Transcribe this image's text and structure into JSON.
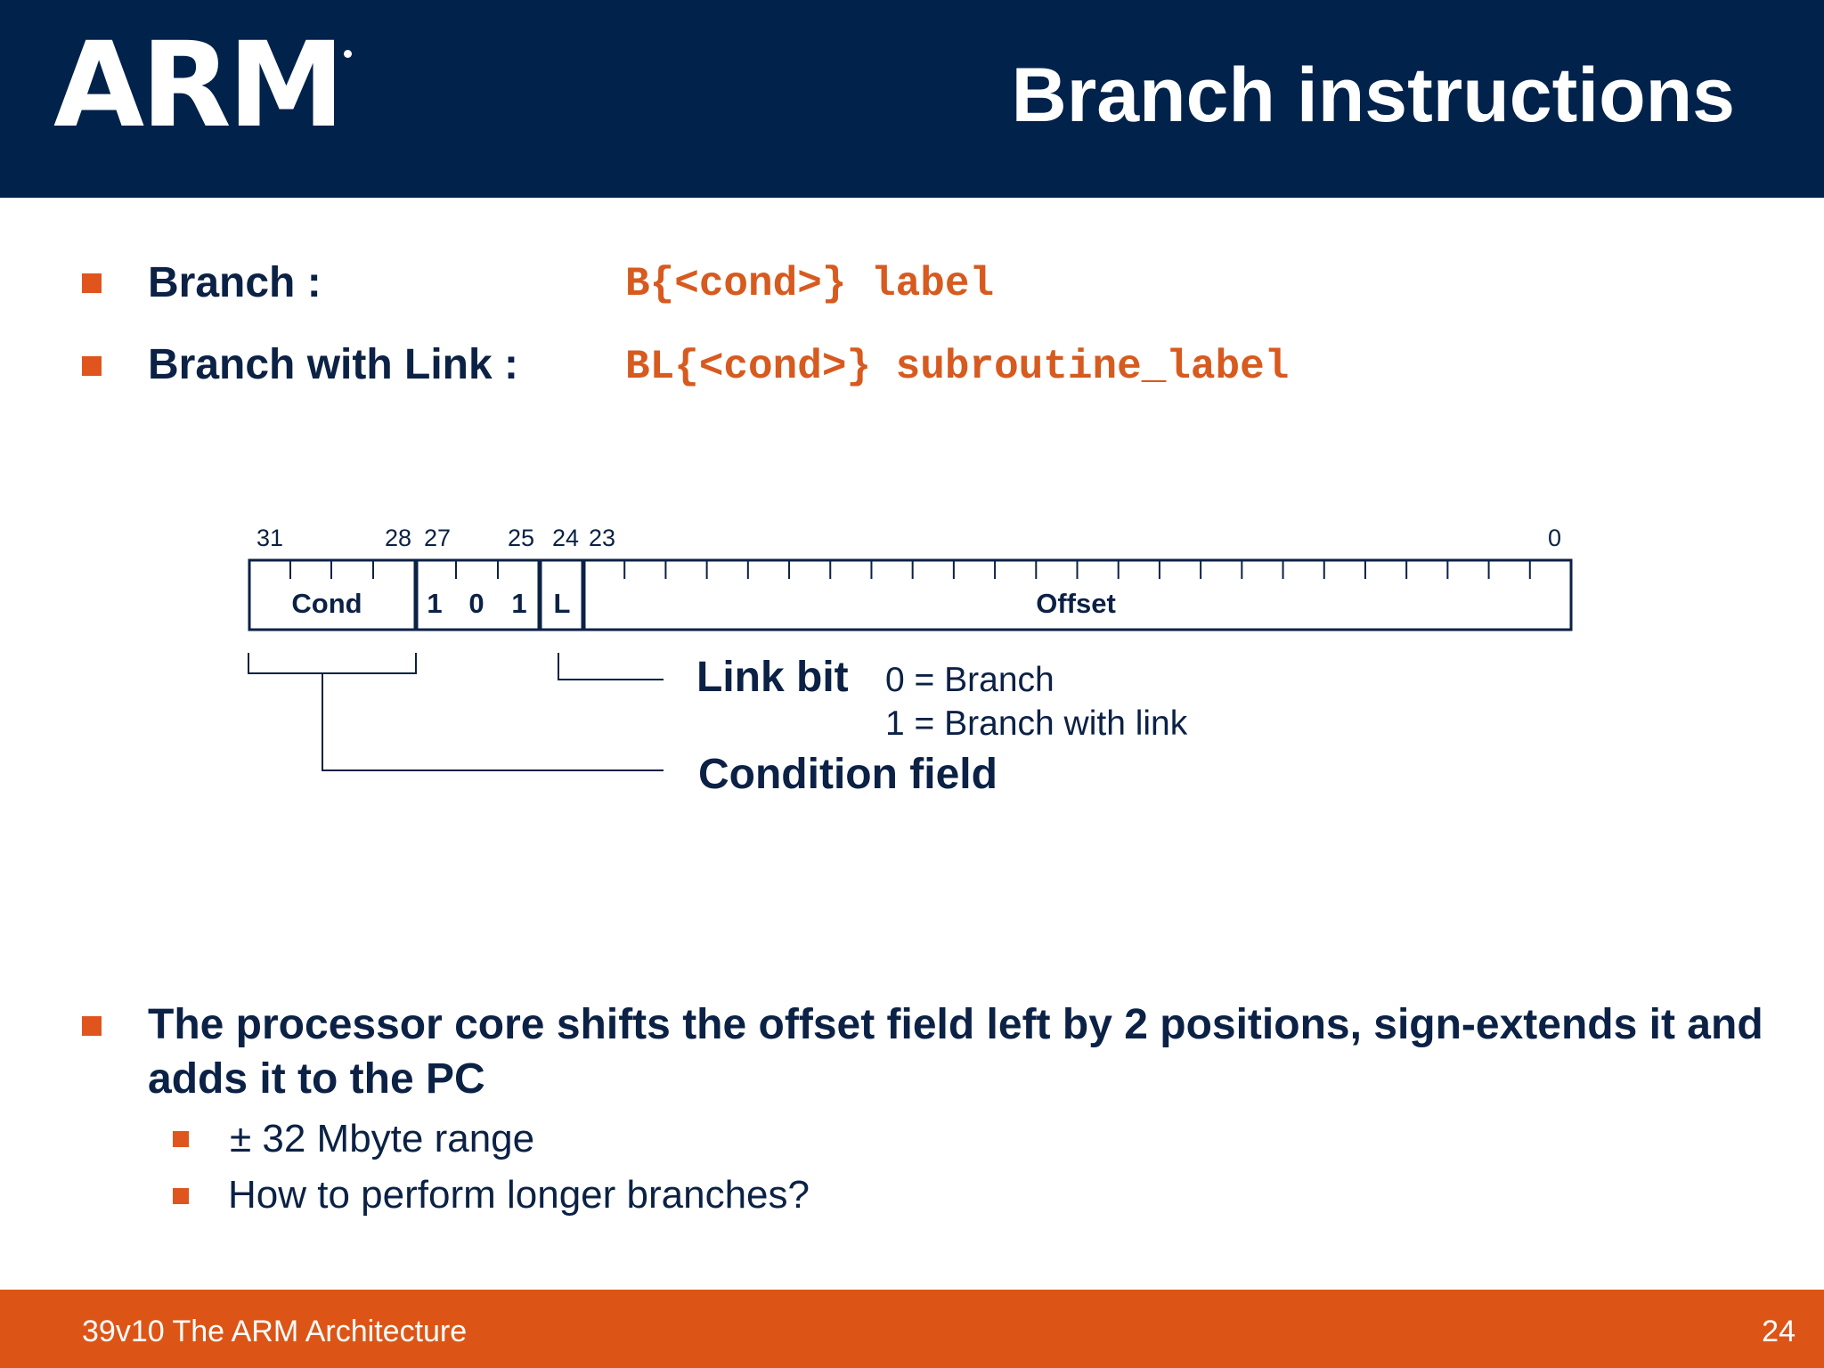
{
  "header": {
    "logo": "ARM",
    "title": "Branch instructions"
  },
  "syntax": [
    {
      "label": "Branch :",
      "code": "B{<cond>} label"
    },
    {
      "label": "Branch with Link :",
      "code": "BL{<cond>} subroutine_label"
    }
  ],
  "diagram": {
    "bit_numbers": [
      "31",
      "28",
      "27",
      "25",
      "24",
      "23",
      "0"
    ],
    "fields": {
      "cond": "Cond",
      "bit27": "1",
      "bit26": "0",
      "bit25": "1",
      "link": "L",
      "offset": "Offset"
    },
    "link_title": "Link bit",
    "link_values": [
      "0 = Branch",
      "1 = Branch with link"
    ],
    "condition_title": "Condition field"
  },
  "notes": {
    "main": "The processor core shifts the offset field left by 2 positions, sign-extends it and adds it to the PC",
    "sub": [
      "± 32 Mbyte range",
      "How to perform longer branches?"
    ]
  },
  "colors": {
    "header_bg": "#00224b",
    "accent": "#dd5516",
    "text": "#0b2145"
  },
  "footer": {
    "left": "39v10 The ARM Architecture",
    "page": "24"
  }
}
